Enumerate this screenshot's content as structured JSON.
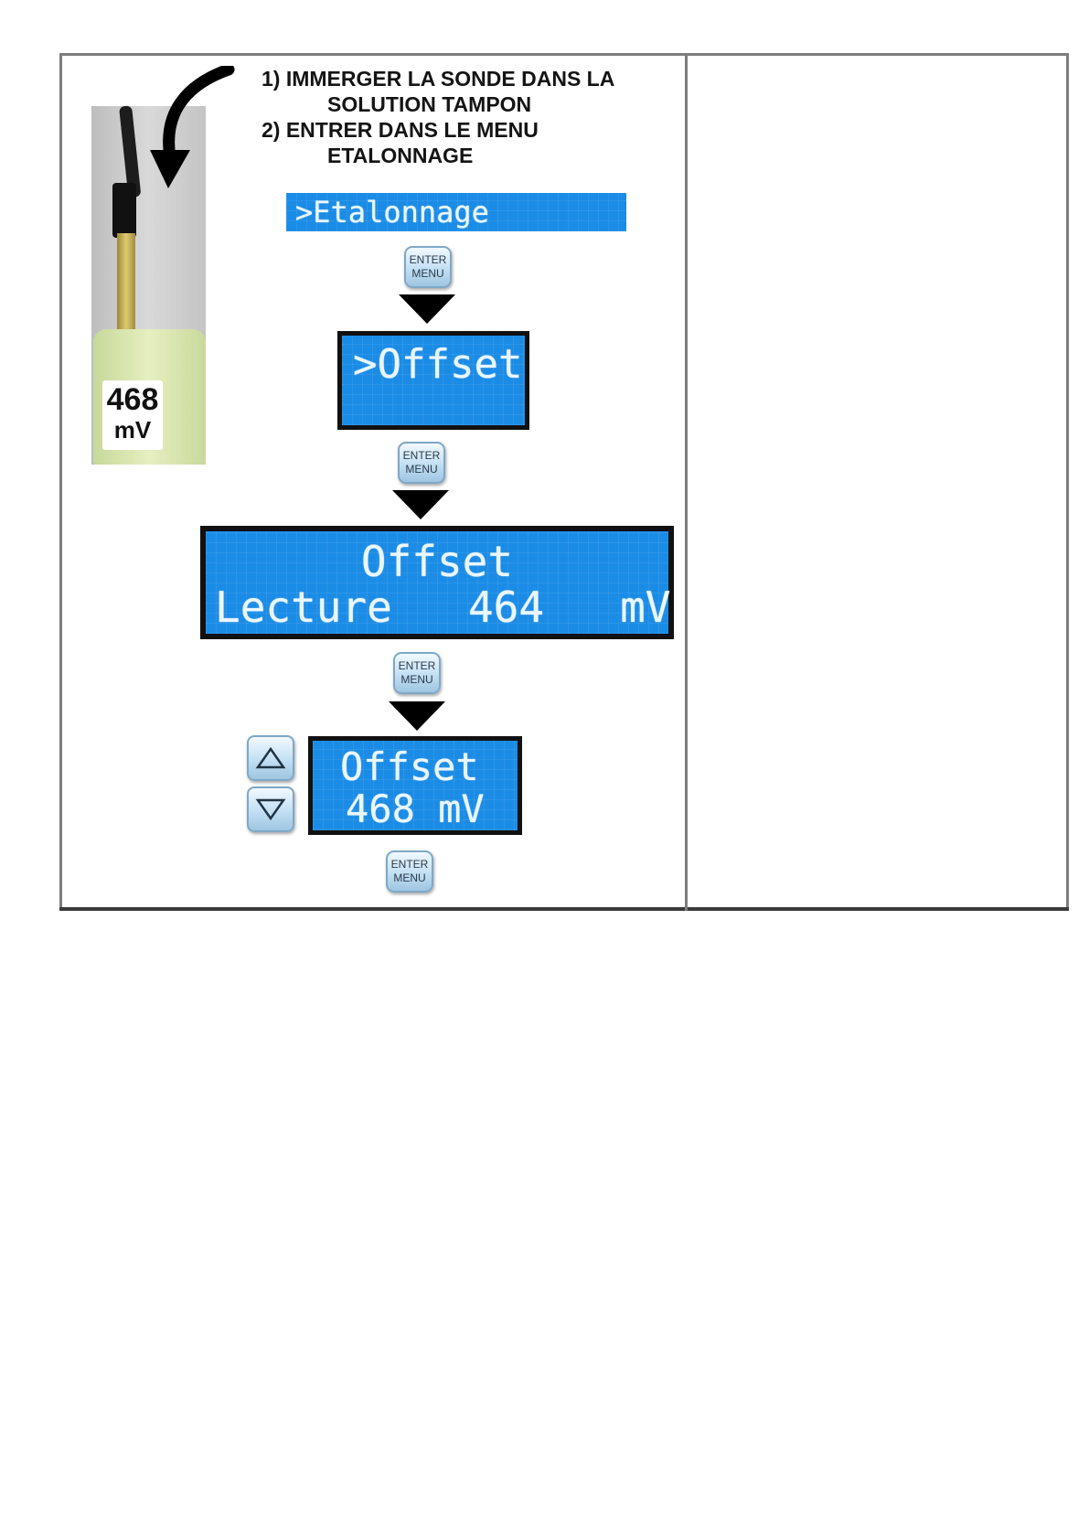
{
  "instructions": {
    "line1": "1) IMMERGER LA SONDE DANS LA",
    "line2": "SOLUTION TAMPON",
    "line3": "2) ENTRER DANS LE MENU",
    "line4": "ETALONNAGE"
  },
  "probe": {
    "reading_value": "468",
    "reading_unit": "mV"
  },
  "screens": {
    "etalonnage": ">Etalonnage",
    "offset_menu": ">Offset",
    "lecture_title": "Offset",
    "lecture_line": "Lecture   464   mV",
    "adjust_title": "Offset",
    "adjust_value": "468 mV"
  },
  "buttons": {
    "enter_line1": "ENTER",
    "enter_line2": "MENU"
  },
  "colors": {
    "lcd_background": "#1b8ce6",
    "lcd_text": "#eaf6ff",
    "frame": "#7d7d7d"
  }
}
